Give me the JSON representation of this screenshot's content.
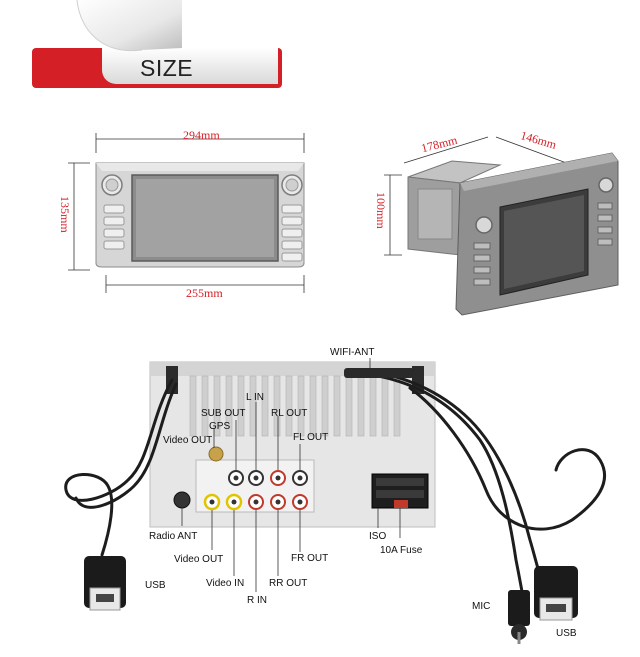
{
  "header": {
    "title": "SIZE"
  },
  "front_view": {
    "width_label": "294mm",
    "height_label": "135mm",
    "bottom_width_label": "255mm"
  },
  "side_view": {
    "depth_label": "178mm",
    "width_label": "146mm",
    "height_label": "100mm"
  },
  "connector_labels": {
    "wifi_ant": "WIFI-ANT",
    "l_in": "L IN",
    "sub_out": "SUB OUT",
    "rl_out": "RL OUT",
    "gps": "GPS",
    "fl_out": "FL OUT",
    "video_out_top": "Video OUT",
    "radio_ant": "Radio ANT",
    "video_out_bottom": "Video OUT",
    "video_in": "Video IN",
    "r_in": "R IN",
    "rr_out": "RR OUT",
    "fr_out": "FR OUT",
    "iso": "ISO",
    "fuse": "10A Fuse",
    "usb_left": "USB",
    "mic": "MIC",
    "usb_right": "USB"
  },
  "colors": {
    "accent": "#d41f26",
    "device_silver": "#c9c9c9",
    "screen": "#8a8a8a"
  }
}
